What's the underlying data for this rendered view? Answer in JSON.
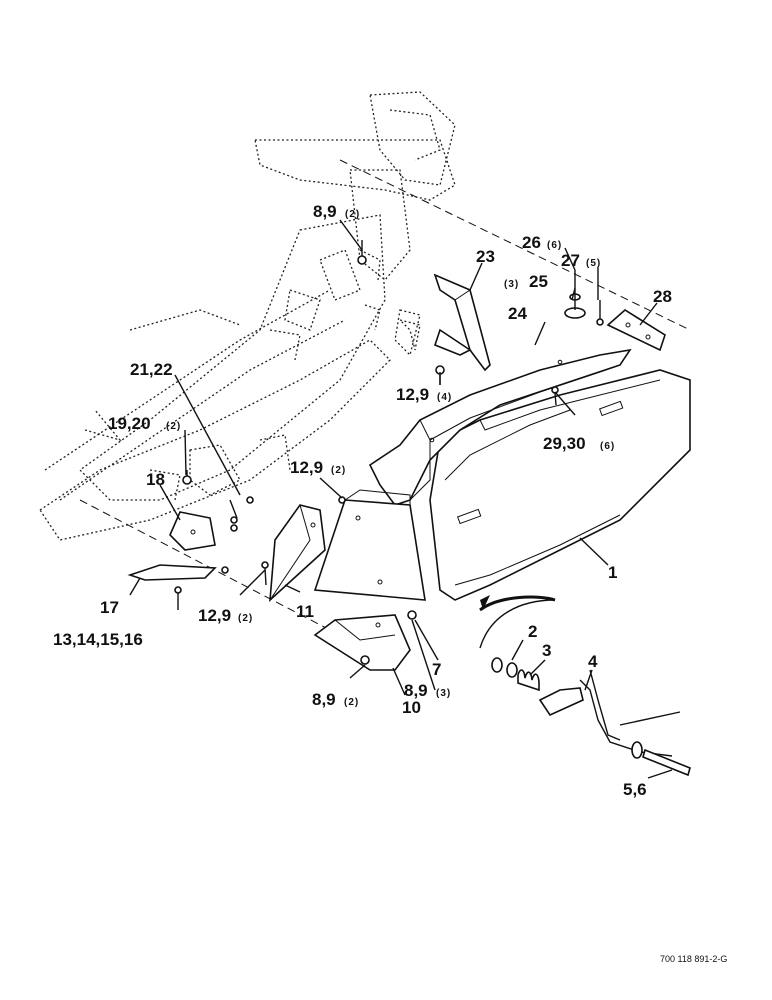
{
  "callouts": {
    "c1": "1",
    "c2": "2",
    "c3": "3",
    "c4": "4",
    "c56": "5,6",
    "c7": "7",
    "c89_top": "8,9",
    "c89_top_q": "(2)",
    "c89_bot": "8,9",
    "c89_bot_q": "(2)",
    "c89_mid": "8,9",
    "c89_mid_q": "(3)",
    "c10": "10",
    "c11": "11",
    "c129_a": "12,9",
    "c129_a_q": "(4)",
    "c129_b": "12,9",
    "c129_b_q": "(2)",
    "c129_c": "12,9",
    "c129_c_q": "(2)",
    "c13": "13,14,15,16",
    "c17": "17",
    "c18": "18",
    "c1920": "19,20",
    "c1920_q": "(2)",
    "c2122": "21,22",
    "c23": "23",
    "c24": "24",
    "c25_q": "(3)",
    "c25": "25",
    "c26": "26",
    "c26_q": "(6)",
    "c27": "27",
    "c27_q": "(5)",
    "c28": "28",
    "c2930": "29,30",
    "c2930_q": "(6)"
  },
  "drawing_ref": "700 118 891-2-G"
}
